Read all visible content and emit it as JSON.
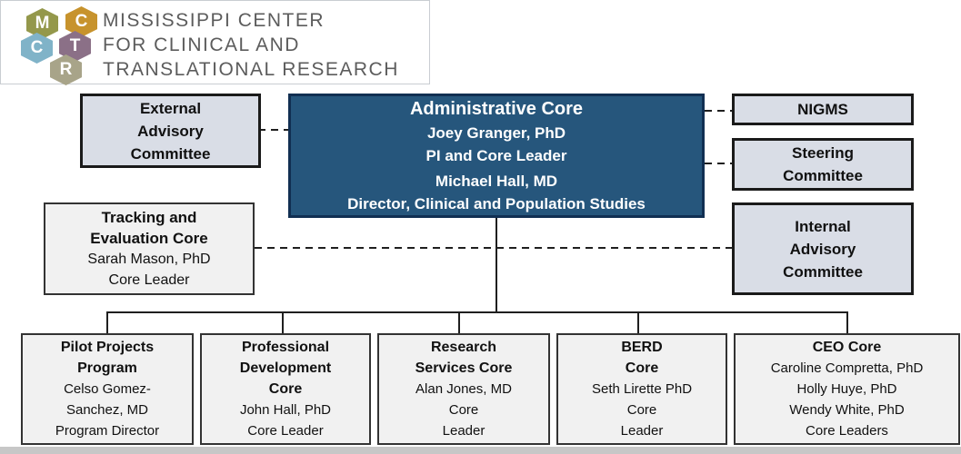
{
  "logo": {
    "hexagons": [
      {
        "letter": "M",
        "color": "#94984b"
      },
      {
        "letter": "C",
        "color": "#c7932d"
      },
      {
        "letter": "C",
        "color": "#80b3c8"
      },
      {
        "letter": "T",
        "color": "#8b7087"
      },
      {
        "letter": "R",
        "color": "#a8a489"
      }
    ],
    "name_lines": [
      "MISSISSIPPI CENTER",
      "FOR CLINICAL AND",
      "TRANSLATIONAL RESEARCH"
    ]
  },
  "org": {
    "admin_core": {
      "title": "Administrative Core",
      "lines": [
        "Joey Granger, PhD",
        "PI and Core Leader",
        "Michael Hall, MD",
        "Director, Clinical and Population Studies"
      ]
    },
    "external_advisory": {
      "lines": [
        "External",
        "Advisory",
        "Committee"
      ]
    },
    "nigms": {
      "lines": [
        "NIGMS"
      ]
    },
    "steering": {
      "lines": [
        "Steering",
        "Committee"
      ]
    },
    "internal_advisory": {
      "lines": [
        "Internal",
        "Advisory",
        "Committee"
      ]
    },
    "tracking": {
      "bold_lines": [
        "Tracking and",
        "Evaluation Core"
      ],
      "lines": [
        "Sarah Mason, PhD",
        "Core Leader"
      ]
    },
    "pilot": {
      "bold_lines": [
        "Pilot Projects",
        "Program"
      ],
      "lines": [
        "Celso Gomez-",
        "Sanchez, MD",
        "Program Director"
      ]
    },
    "professional": {
      "bold_lines": [
        "Professional",
        "Development",
        "Core"
      ],
      "lines": [
        "John Hall, PhD",
        "Core Leader"
      ]
    },
    "research": {
      "bold_lines": [
        "Research",
        "Services Core"
      ],
      "lines": [
        "Alan Jones, MD",
        "Core",
        "Leader"
      ]
    },
    "berd": {
      "bold_lines": [
        "BERD",
        "Core"
      ],
      "lines": [
        "Seth Lirette PhD",
        "Core",
        "Leader"
      ]
    },
    "ceo": {
      "bold_lines": [
        "CEO Core"
      ],
      "lines": [
        "Caroline Compretta, PhD",
        "Holly Huye, PhD",
        "Wendy White, PhD",
        "Core Leaders"
      ]
    }
  },
  "colors": {
    "admin_bg": "#26567c",
    "admin_border": "#112f52",
    "committee_bg": "#d9dde6",
    "core_bg": "#f1f1f1",
    "line": "#1f1f1f",
    "logo_text": "#5c5c5c",
    "bottom_strip": "#c7c7c7"
  }
}
